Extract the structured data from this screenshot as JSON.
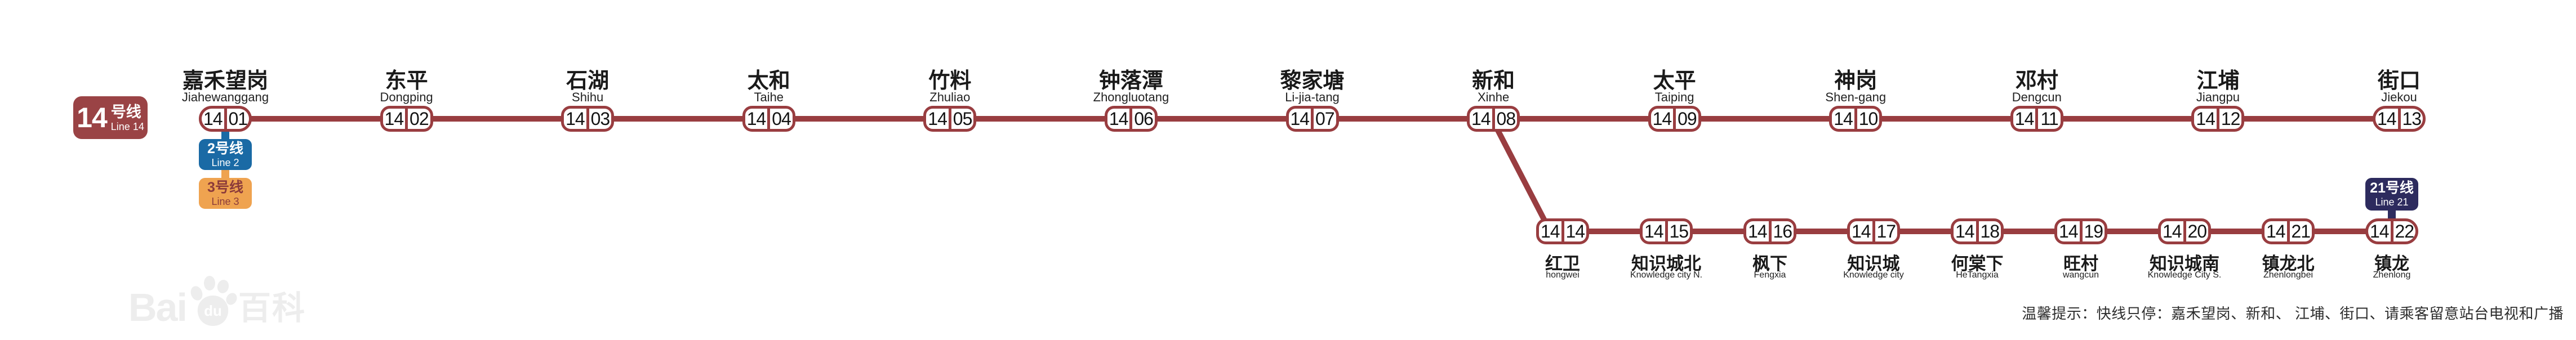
{
  "line_badge": {
    "number": "14",
    "name_cn": "号线",
    "name_en": "Line 14"
  },
  "colors": {
    "line14": "#993d40",
    "line14_badge": "#9a4345",
    "line2": "#1a6aa5",
    "line3": "#efa350",
    "line3_text": "#8b3a3a",
    "line21": "#2d2b5e"
  },
  "main_stations": [
    {
      "cn": "嘉禾望岗",
      "en": "Jiahewanggang",
      "code_line": "14",
      "code_num": "01",
      "terminal": true,
      "transfers_pos": "below",
      "transfers": [
        {
          "cn": "2号线",
          "en": "Line 2",
          "color": "line2",
          "text_color": "#ffffff"
        },
        {
          "cn": "3号线",
          "en": "Line 3",
          "color": "line3",
          "text_color": "#8b3a3a"
        }
      ]
    },
    {
      "cn": "东平",
      "en": "Dongping",
      "code_line": "14",
      "code_num": "02"
    },
    {
      "cn": "石湖",
      "en": "Shihu",
      "code_line": "14",
      "code_num": "03"
    },
    {
      "cn": "太和",
      "en": "Taihe",
      "code_line": "14",
      "code_num": "04"
    },
    {
      "cn": "竹料",
      "en": "Zhuliao",
      "code_line": "14",
      "code_num": "05"
    },
    {
      "cn": "钟落潭",
      "en": "Zhongluotang",
      "code_line": "14",
      "code_num": "06"
    },
    {
      "cn": "黎家塘",
      "en": "Li-jia-tang",
      "code_line": "14",
      "code_num": "07"
    },
    {
      "cn": "新和",
      "en": "Xinhe",
      "code_line": "14",
      "code_num": "08"
    },
    {
      "cn": "太平",
      "en": "Taiping",
      "code_line": "14",
      "code_num": "09"
    },
    {
      "cn": "神岗",
      "en": "Shen-gang",
      "code_line": "14",
      "code_num": "10"
    },
    {
      "cn": "邓村",
      "en": "Dengcun",
      "code_line": "14",
      "code_num": "11"
    },
    {
      "cn": "江埔",
      "en": "Jiangpu",
      "code_line": "14",
      "code_num": "12"
    },
    {
      "cn": "街口",
      "en": "Jiekou",
      "code_line": "14",
      "code_num": "13",
      "terminal": true
    }
  ],
  "branch_stations": [
    {
      "cn": "红卫",
      "en": "hongwei",
      "code_line": "14",
      "code_num": "14"
    },
    {
      "cn": "知识城北",
      "en": "Knowledge city N.",
      "code_line": "14",
      "code_num": "15"
    },
    {
      "cn": "枫下",
      "en": "Fengxia",
      "code_line": "14",
      "code_num": "16"
    },
    {
      "cn": "知识城",
      "en": "Knowledge city",
      "code_line": "14",
      "code_num": "17"
    },
    {
      "cn": "何棠下",
      "en": "HeTangxia",
      "code_line": "14",
      "code_num": "18"
    },
    {
      "cn": "旺村",
      "en": "wangcun",
      "code_line": "14",
      "code_num": "19"
    },
    {
      "cn": "知识城南",
      "en": "Knowledge City S.",
      "code_line": "14",
      "code_num": "20"
    },
    {
      "cn": "镇龙北",
      "en": "Zhenlongbei",
      "code_line": "14",
      "code_num": "21"
    },
    {
      "cn": "镇龙",
      "en": "Zhenlong",
      "code_line": "14",
      "code_num": "22",
      "terminal": true,
      "transfers_pos": "above",
      "transfers": [
        {
          "cn": "21号线",
          "en": "Line 21",
          "color": "line21",
          "text_color": "#ffffff"
        }
      ]
    }
  ],
  "notice": "温馨提示：快线只停：嘉禾望岗、新和、 江埔、街口、请乘客留意站台电视和广播",
  "watermark": {
    "bai": "Bai",
    "du": "du",
    "baike": "百科"
  }
}
